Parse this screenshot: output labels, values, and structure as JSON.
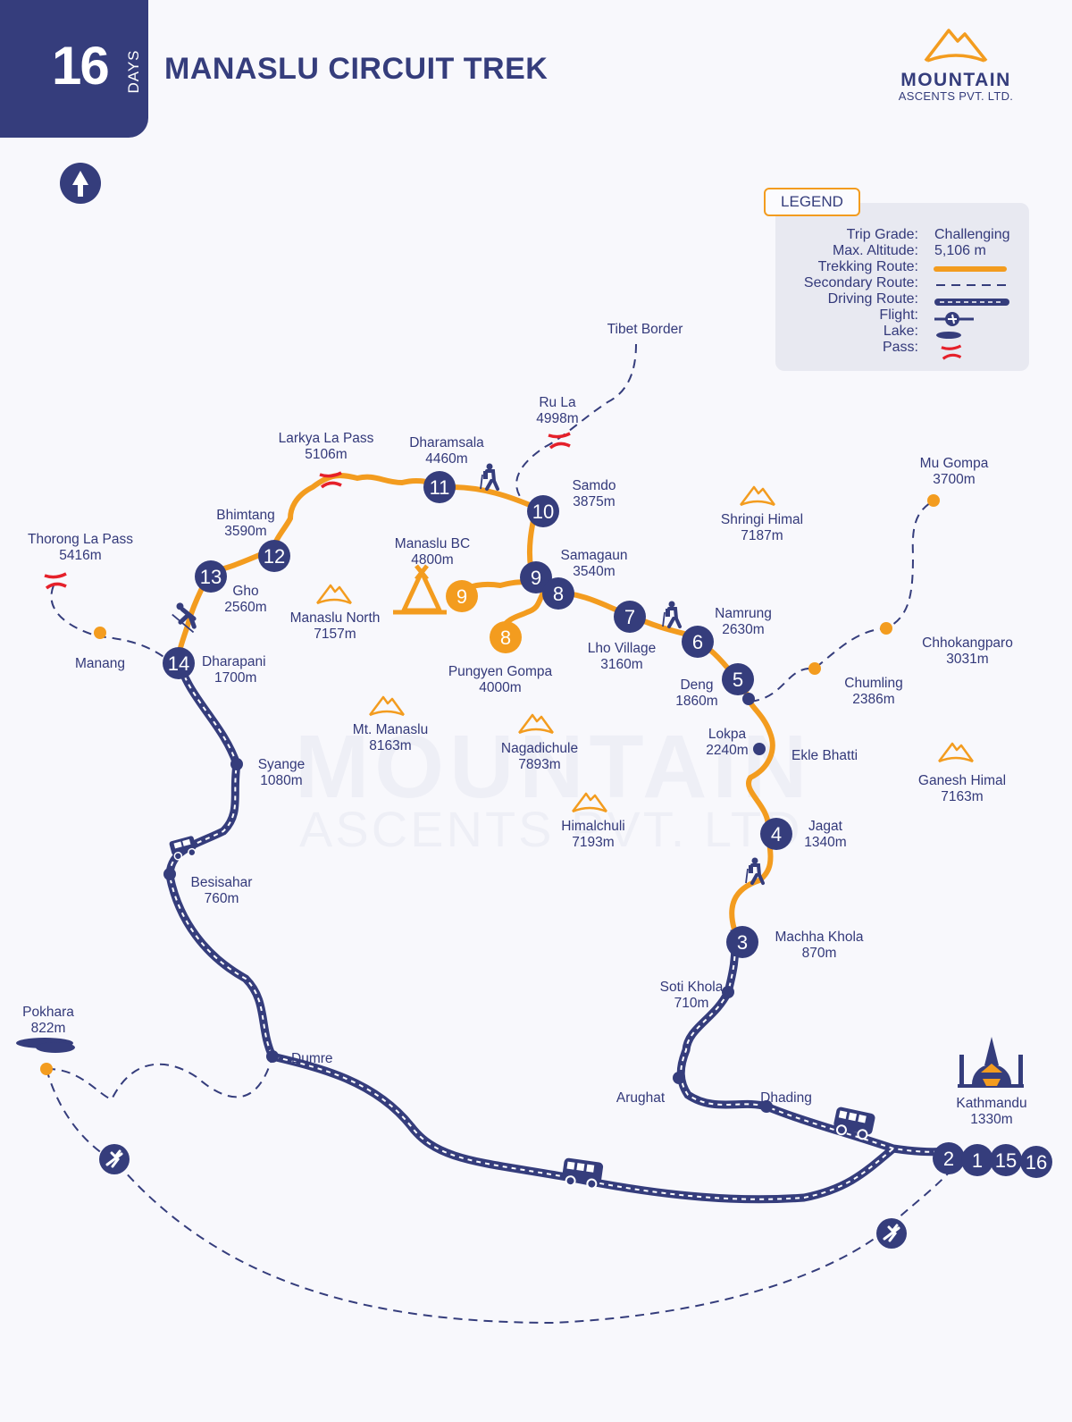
{
  "header": {
    "days_number": "16",
    "days_word": "DAYS",
    "title": "MANASLU CIRCUIT TREK"
  },
  "logo": {
    "name": "MOUNTAIN",
    "subtitle": "ASCENTS PVT. LTD."
  },
  "watermark": {
    "line1": "MOUNTAIN",
    "line2": "ASCENTS PVT. LTD."
  },
  "legend": {
    "title": "LEGEND",
    "rows": [
      {
        "label": "Trip Grade:",
        "value": "Challenging"
      },
      {
        "label": "Max. Altitude:",
        "value": "5,106 m"
      },
      {
        "label": "Trekking Route:",
        "symbol": "orange-solid-line"
      },
      {
        "label": "Secondary Route:",
        "symbol": "navy-dashed-line"
      },
      {
        "label": "Driving Route:",
        "symbol": "navy-road-line"
      },
      {
        "label": "Flight:",
        "symbol": "plane-icon"
      },
      {
        "label": "Lake:",
        "symbol": "lake-icon"
      },
      {
        "label": "Pass:",
        "symbol": "pass-icon"
      }
    ]
  },
  "colors": {
    "navy": "#353d7c",
    "orange": "#f39c1f",
    "pass_red": "#e5202a",
    "background": "#f8f8fc",
    "legend_bg": "#e8e9f1"
  },
  "places": [
    {
      "name": "Tibet Border",
      "alt": ""
    },
    {
      "name": "Ru La",
      "alt": "4998m"
    },
    {
      "name": "Larkya La Pass",
      "alt": "5106m"
    },
    {
      "name": "Dharamsala",
      "alt": "4460m"
    },
    {
      "name": "Samdo",
      "alt": "3875m"
    },
    {
      "name": "Bhimtang",
      "alt": "3590m"
    },
    {
      "name": "Thorong La Pass",
      "alt": "5416m"
    },
    {
      "name": "Manaslu BC",
      "alt": "4800m"
    },
    {
      "name": "Samagaun",
      "alt": "3540m"
    },
    {
      "name": "Gho",
      "alt": "2560m"
    },
    {
      "name": "Manaslu North",
      "alt": "7157m"
    },
    {
      "name": "Manang",
      "alt": ""
    },
    {
      "name": "Dharapani",
      "alt": "1700m"
    },
    {
      "name": "Namrung",
      "alt": "2630m"
    },
    {
      "name": "Lho Village",
      "alt": "3160m"
    },
    {
      "name": "Pungyen Gompa",
      "alt": "4000m"
    },
    {
      "name": "Deng",
      "alt": "1860m"
    },
    {
      "name": "Chumling",
      "alt": "2386m"
    },
    {
      "name": "Chhokangparo",
      "alt": "3031m"
    },
    {
      "name": "Mu Gompa",
      "alt": "3700m"
    },
    {
      "name": "Shringi Himal",
      "alt": "7187m"
    },
    {
      "name": "Mt. Manaslu",
      "alt": "8163m"
    },
    {
      "name": "Nagadichule",
      "alt": "7893m"
    },
    {
      "name": "Lokpa",
      "alt": "2240m"
    },
    {
      "name": "Ekle Bhatti",
      "alt": ""
    },
    {
      "name": "Ganesh Himal",
      "alt": "7163m"
    },
    {
      "name": "Syange",
      "alt": "1080m"
    },
    {
      "name": "Himalchuli",
      "alt": "7193m"
    },
    {
      "name": "Jagat",
      "alt": "1340m"
    },
    {
      "name": "Besisahar",
      "alt": "760m"
    },
    {
      "name": "Machha Khola",
      "alt": "870m"
    },
    {
      "name": "Soti Khola",
      "alt": "710m"
    },
    {
      "name": "Pokhara",
      "alt": "822m"
    },
    {
      "name": "Dumre",
      "alt": ""
    },
    {
      "name": "Arughat",
      "alt": ""
    },
    {
      "name": "Dhading",
      "alt": ""
    },
    {
      "name": "Kathmandu",
      "alt": "1330m"
    }
  ],
  "day_markers": [
    {
      "day": "1",
      "place": "Kathmandu",
      "style": "navy"
    },
    {
      "day": "2",
      "place": "Kathmandu",
      "style": "navy"
    },
    {
      "day": "3",
      "place": "Machha Khola",
      "style": "navy"
    },
    {
      "day": "4",
      "place": "Jagat",
      "style": "navy"
    },
    {
      "day": "5",
      "place": "Deng",
      "style": "navy"
    },
    {
      "day": "6",
      "place": "Namrung",
      "style": "navy"
    },
    {
      "day": "7",
      "place": "Lho Village",
      "style": "navy"
    },
    {
      "day": "8",
      "place": "Samagaun",
      "style": "navy"
    },
    {
      "day": "8",
      "place": "Pungyen Gompa",
      "style": "orange"
    },
    {
      "day": "9",
      "place": "Samagaun",
      "style": "navy"
    },
    {
      "day": "9",
      "place": "Manaslu BC",
      "style": "orange"
    },
    {
      "day": "10",
      "place": "Samdo",
      "style": "navy"
    },
    {
      "day": "11",
      "place": "Dharamsala",
      "style": "navy"
    },
    {
      "day": "12",
      "place": "Bhimtang",
      "style": "navy"
    },
    {
      "day": "13",
      "place": "Gho",
      "style": "navy"
    },
    {
      "day": "14",
      "place": "Dharapani",
      "style": "navy"
    },
    {
      "day": "15",
      "place": "Kathmandu",
      "style": "navy"
    },
    {
      "day": "16",
      "place": "Kathmandu",
      "style": "navy"
    }
  ]
}
